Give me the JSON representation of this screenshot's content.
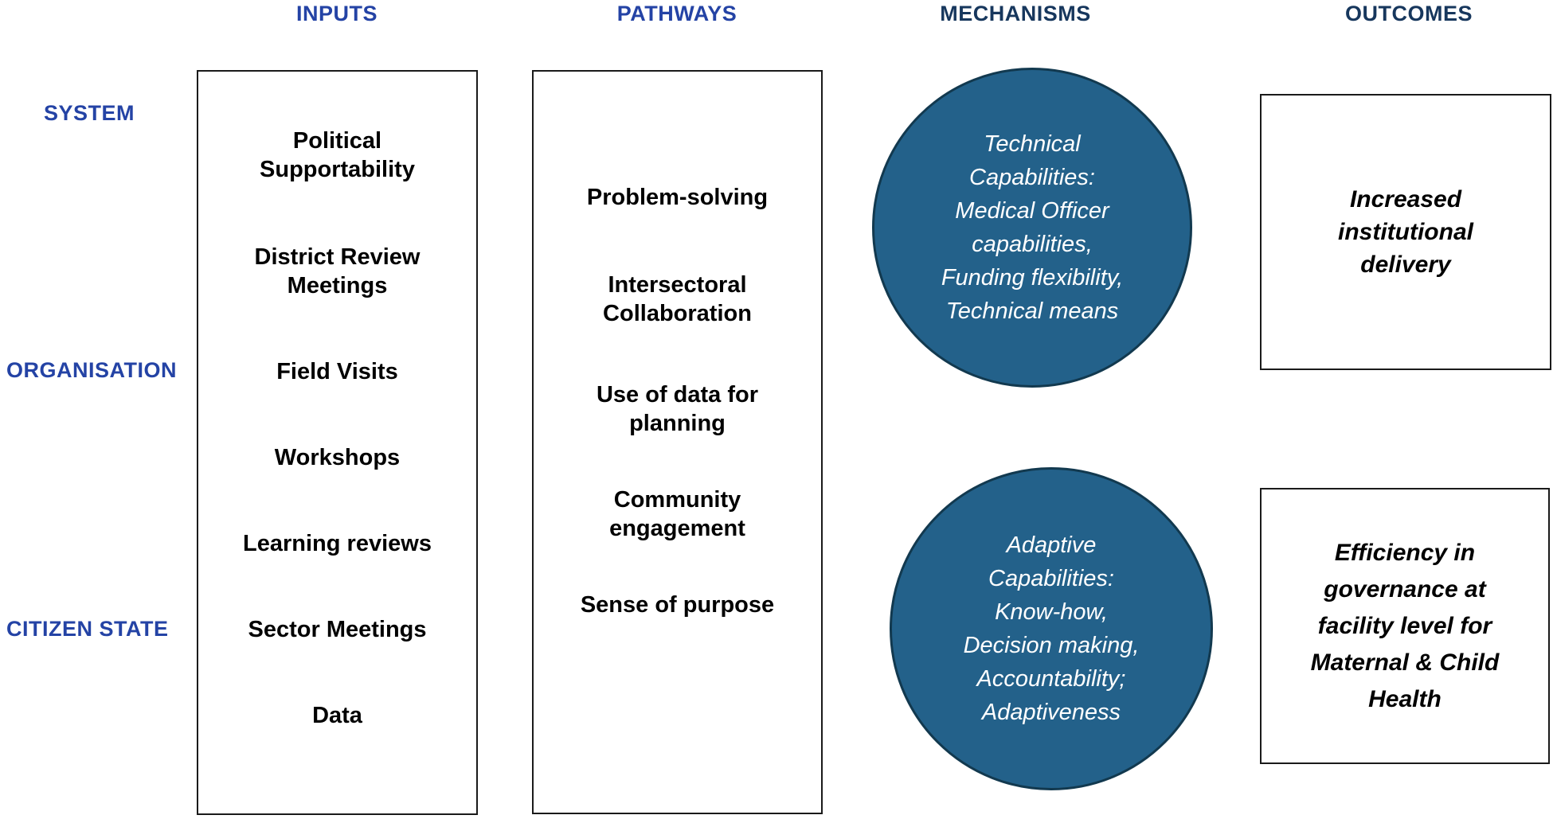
{
  "row_labels": [
    {
      "label": "SYSTEM"
    },
    {
      "label": "ORGANISATION"
    },
    {
      "label": "CITIZEN STATE"
    }
  ],
  "columns": {
    "inputs": {
      "header": "INPUTS",
      "items": [
        {
          "lines": [
            "Political",
            "Supportability"
          ]
        },
        {
          "lines": [
            "District Review",
            "Meetings"
          ]
        },
        {
          "lines": [
            "Field Visits"
          ]
        },
        {
          "lines": [
            "Workshops"
          ]
        },
        {
          "lines": [
            "Learning reviews"
          ]
        },
        {
          "lines": [
            "Sector Meetings"
          ]
        },
        {
          "lines": [
            "Data"
          ]
        }
      ]
    },
    "pathways": {
      "header": "PATHWAYS",
      "items": [
        {
          "lines": [
            "Problem-solving"
          ]
        },
        {
          "lines": [
            "Intersectoral",
            "Collaboration"
          ]
        },
        {
          "lines": [
            "Use of data for",
            "planning"
          ]
        },
        {
          "lines": [
            "Community",
            "engagement"
          ]
        },
        {
          "lines": [
            "Sense of purpose"
          ]
        }
      ]
    },
    "mechanisms": {
      "header": "MECHANISMS",
      "circles": [
        {
          "lines": [
            "Technical",
            "Capabilities:",
            "Medical Officer",
            "capabilities,",
            "Funding flexibility,",
            "Technical means"
          ]
        },
        {
          "lines": [
            "Adaptive",
            "Capabilities:",
            "Know-how,",
            "Decision making,",
            "Accountability;",
            "Adaptiveness"
          ]
        }
      ]
    },
    "outcomes": {
      "header": "OUTCOMES",
      "boxes": [
        {
          "lines": [
            "Increased",
            "institutional",
            "delivery"
          ]
        },
        {
          "lines": [
            "Efficiency in",
            "governance at",
            "facility level for",
            "Maternal & Child",
            "Health"
          ]
        }
      ]
    }
  },
  "colors": {
    "label_blue": "#2443A5",
    "header_dark": "#17375D",
    "circle_fill": "#23618A",
    "circle_border": "#12394F",
    "circle_text": "#FFFFFF",
    "box_border": "#1A1A1A",
    "item_text": "#000000"
  }
}
